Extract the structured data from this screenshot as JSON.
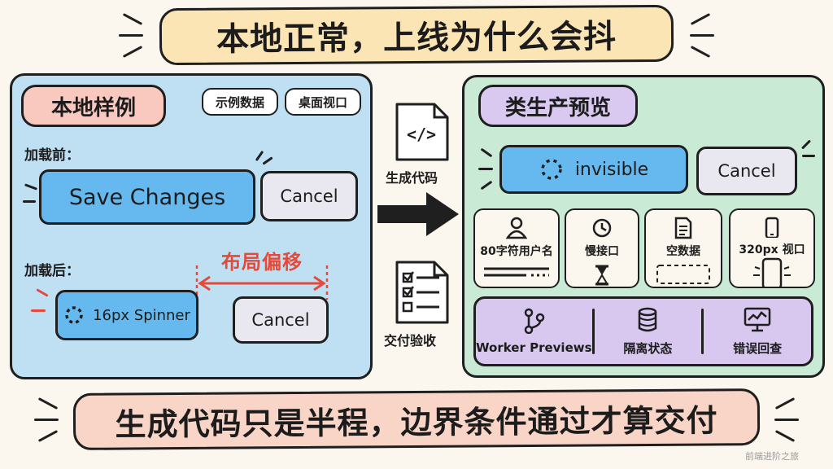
{
  "title": "本地正常，上线为什么会抖",
  "tagline": "生成代码只是半程，边界条件通过才算交付",
  "left": {
    "tag": "本地样例",
    "chips": [
      "示例数据",
      "桌面视口"
    ],
    "before_label": "加载前：",
    "after_label": "加载后：",
    "save_button": "Save Changes",
    "cancel_label": "Cancel",
    "spinner_button": "16px Spinner",
    "shift_label": "布局偏移"
  },
  "middle": {
    "generate_label": "生成代码",
    "accept_label": "交付验收",
    "code_icon_text": "</>"
  },
  "right": {
    "tag": "类生产预览",
    "invisible_button": "invisible",
    "cancel_label": "Cancel",
    "cards": [
      {
        "title": "80字符用户名",
        "icon": "user-icon"
      },
      {
        "title": "慢接口",
        "icon": "clock-icon"
      },
      {
        "title": "空数据",
        "icon": "document-icon"
      },
      {
        "title": "320px 视口",
        "icon": "phone-icon"
      }
    ],
    "bottom": [
      {
        "label": "Worker Previews",
        "icon": "branch-icon"
      },
      {
        "label": "隔离状态",
        "icon": "database-icon"
      },
      {
        "label": "错误回查",
        "icon": "monitor-chart-icon"
      }
    ]
  },
  "colors": {
    "title_bg": "#fbe5b4",
    "tagline_bg": "#f9d5c8",
    "left_panel": "#bfe0f3",
    "right_panel": "#c9ebd6",
    "blue_button": "#66b9ee",
    "accent_red": "#e24b3b",
    "purple": "#d8c7ef"
  },
  "watermark": "前端进阶之旅"
}
